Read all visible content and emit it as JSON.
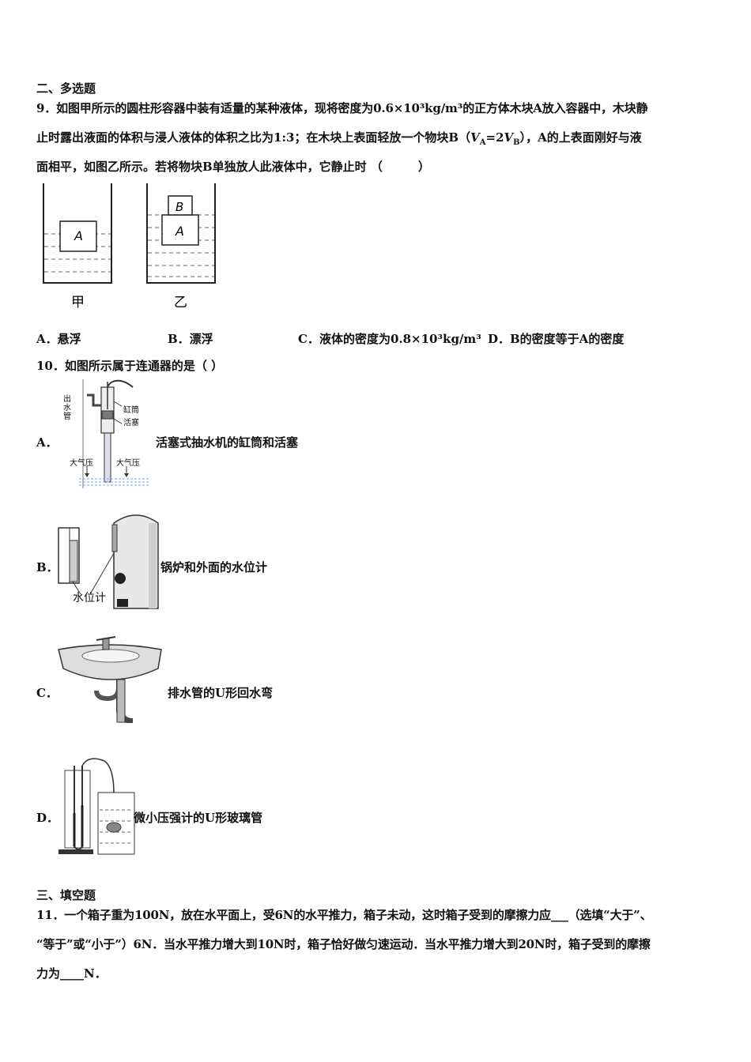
{
  "section2": {
    "heading": "二、多选题"
  },
  "q9": {
    "line1": "9．如图甲所示的圆柱形容器中装有适量的某种液体，现将密度为0.6×10³kg/m³的正方体木块A放入容器中，木块静",
    "line2a": "止时露出液面的体积与浸人液体的体积之比为1:3；在木块上表面轻放一个物块B（",
    "line2_va": "V",
    "line2_vsub_a": "A",
    "line2_eq": "=2",
    "line2_vb": "V",
    "line2_vsub_b": "B",
    "line2b": "），A的上表面刚好与液",
    "line3": "面相平，如图乙所示。若将物块B单独放人此液体中，它静止时 （　　　）",
    "fig_label_a": "A",
    "fig_label_b": "B",
    "fig_caption_left": "甲",
    "fig_caption_right": "乙",
    "options": {
      "a": "A．悬浮",
      "b": "B．漂浮",
      "c": "C．液体的密度为0.8×10³kg/m³",
      "d": "D．B的密度等于A的密度"
    }
  },
  "q10": {
    "stem": "10．如图所示属于连通器的是（ ）",
    "options": [
      {
        "letter": "A．",
        "text": "活塞式抽水机的缸筒和活塞"
      },
      {
        "letter": "B．",
        "text": "锅炉和外面的水位计"
      },
      {
        "letter": "C．",
        "text": "排水管的U形回水弯"
      },
      {
        "letter": "D．",
        "text": "微小压强计的U形玻璃管"
      }
    ],
    "figA_labels": {
      "outlet": "出水管",
      "cylinder": "缸筒",
      "piston": "活塞",
      "atm_left": "大气压",
      "atm_right": "大气压"
    },
    "figB_labels": {
      "gauge": "水位计"
    }
  },
  "section3": {
    "heading": "三、填空题"
  },
  "q11": {
    "line1": "11．一个箱子重为100N，放在水平面上，受6N的水平推力，箱子未动，这时箱子受到的摩擦力应___（选填“大于”、",
    "line2": "“等于”或“小于”）6N．当水平推力增大到10N时，箱子恰好做匀速运动．当水平推力增大到20N时，箱子受到的摩擦",
    "line3": "力为____N．"
  }
}
